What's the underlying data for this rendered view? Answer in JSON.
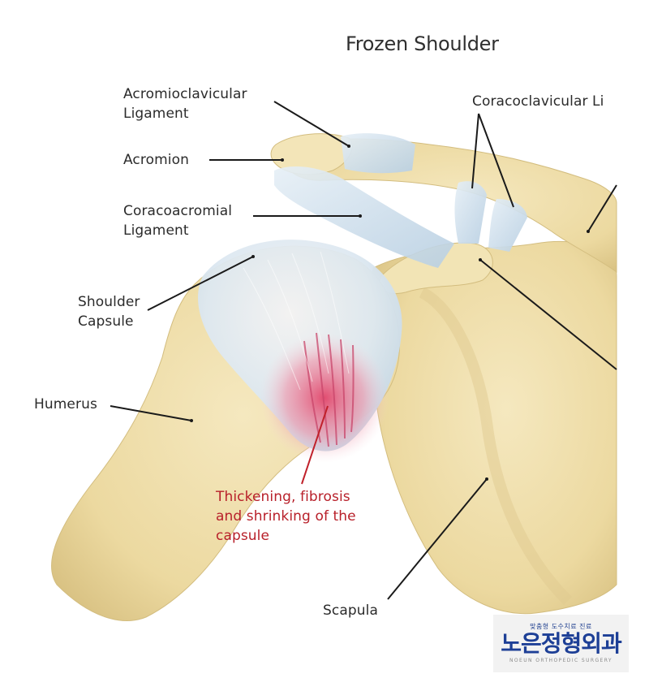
{
  "title": "Frozen Shoulder",
  "labels": {
    "acromioclavicular_1": "Acromioclavicular",
    "acromioclavicular_2": "Ligament",
    "coracoclavicular": "Coracoclavicular Li",
    "acromion": "Acromion",
    "coracoacromial_1": "Coracoacromial",
    "coracoacromial_2": "Ligament",
    "shoulder_capsule_1": "Shoulder",
    "shoulder_capsule_2": "Capsule",
    "humerus": "Humerus",
    "pathology_1": "Thickening, fibrosis",
    "pathology_2": "and shrinking of the",
    "pathology_3": "capsule",
    "scapula": "Scapula"
  },
  "clinic": {
    "tagline": "맞춤형 도수치료 진료",
    "name": "노은정형외과",
    "english": "NOEUN ORTHOPEDIC SURGERY"
  },
  "colors": {
    "bone": "#f1e3b6",
    "bone_shadow": "#dcc88d",
    "ligament": "#cfe0ec",
    "inflamed": "#e35a72",
    "leader": "#1a1a1a",
    "pathology_text": "#b8202a",
    "clinic_blue": "#1d3f96"
  }
}
